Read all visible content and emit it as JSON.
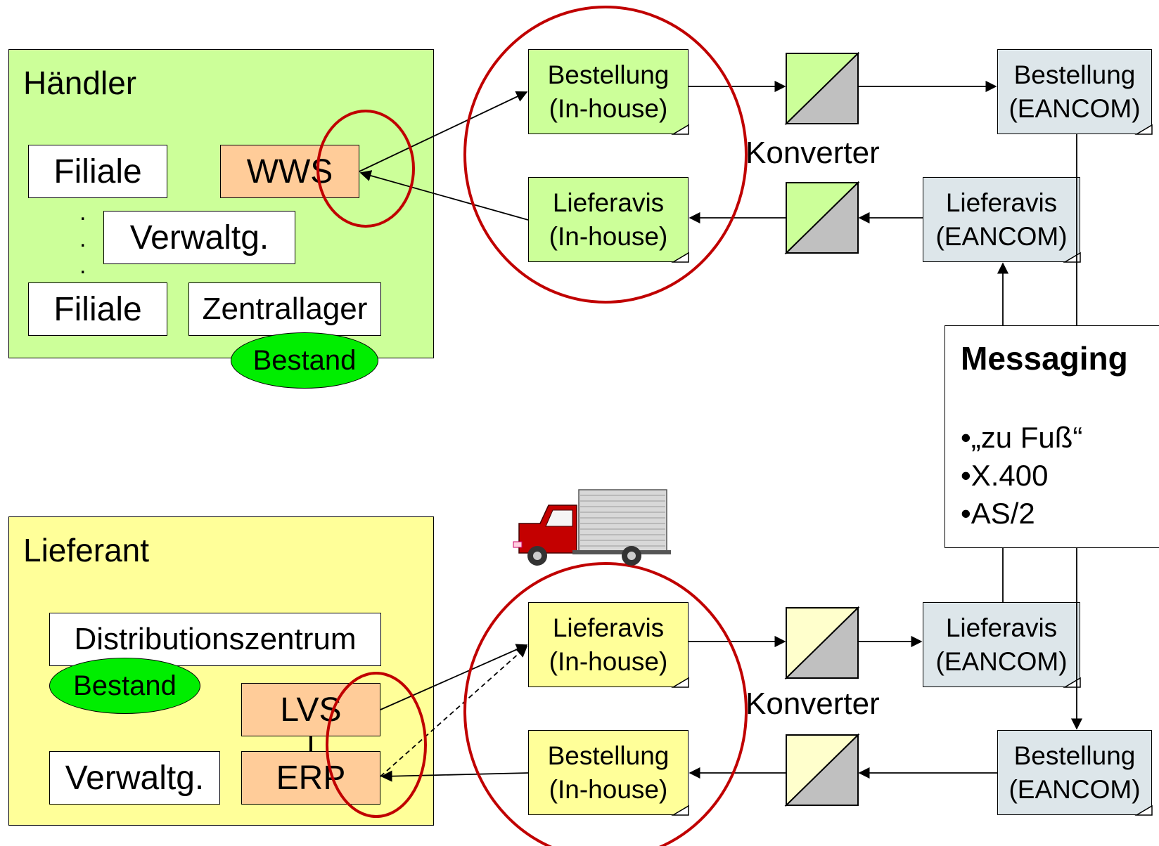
{
  "colors": {
    "haendler_bg": "#ccff99",
    "lieferant_bg": "#ffff99",
    "system_box": "#ffcc99",
    "bestand": "#00ee00",
    "doc_green": "#ccff99",
    "doc_yellow": "#ffff99",
    "doc_edi": "#dde6ea",
    "focus_circle": "#c00000",
    "converter_gray": "#c0c0c0"
  },
  "haendler": {
    "title": "Händler",
    "filiale_1": "Filiale",
    "wws": "WWS",
    "verwaltung": "Verwaltg.",
    "filiale_2": "Filiale",
    "zentrallager": "Zentrallager",
    "bestand": "Bestand",
    "dots": ".\n.\n."
  },
  "lieferant": {
    "title": "Lieferant",
    "distributionszentrum": "Distributionszentrum",
    "bestand": "Bestand",
    "lvs": "LVS",
    "erp": "ERP",
    "verwaltung": "Verwaltg."
  },
  "docs": {
    "top_bestellung_inhouse": [
      "Bestellung",
      "(In-house)"
    ],
    "top_lieferavis_inhouse": [
      "Lieferavis",
      "(In-house)"
    ],
    "top_bestellung_eancom": [
      "Bestellung",
      "(EANCOM)"
    ],
    "top_lieferavis_eancom": [
      "Lieferavis",
      "(EANCOM)"
    ],
    "bottom_lieferavis_inhouse": [
      "Lieferavis",
      "(In-house)"
    ],
    "bottom_bestellung_inhouse": [
      "Bestellung",
      "(In-house)"
    ],
    "bottom_lieferavis_eancom": [
      "Lieferavis",
      "(EANCOM)"
    ],
    "bottom_bestellung_eancom": [
      "Bestellung",
      "(EANCOM)"
    ]
  },
  "converter": {
    "top_label": "Konverter",
    "bottom_label": "Konverter"
  },
  "messaging": {
    "title": "Messaging",
    "items": [
      "•„zu Fuß“",
      "•X.400",
      "•AS/2"
    ]
  },
  "icons": {
    "truck": "delivery-truck-icon"
  }
}
